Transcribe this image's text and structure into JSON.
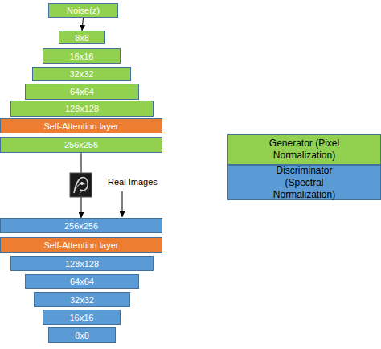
{
  "diagram": {
    "nodes": [
      {
        "text": [
          "Noise(z)"
        ]
      },
      {
        "text": [
          "8x8"
        ]
      },
      {
        "text": [
          "16x16"
        ]
      },
      {
        "text": [
          "32x32"
        ]
      },
      {
        "text": [
          "64x64"
        ]
      },
      {
        "text": [
          "128x128"
        ]
      },
      {
        "text": [
          "Self-Attention layer"
        ]
      },
      {
        "text": [
          "256x256"
        ]
      },
      {
        "text": [
          "256x256"
        ]
      },
      {
        "text": [
          "Self-Attention layer"
        ]
      },
      {
        "text": [
          "128x128"
        ]
      },
      {
        "text": [
          "64x64"
        ]
      },
      {
        "text": [
          "32x32"
        ]
      },
      {
        "text": [
          "16x16"
        ]
      },
      {
        "text": [
          "8x8"
        ]
      }
    ],
    "edges": [
      {
        "from": 0,
        "to": 1,
        "arrow": "to"
      },
      {
        "from": 7,
        "to": 8,
        "arrow": "to"
      }
    ],
    "labels": [
      "Real Images"
    ],
    "legend": [
      {
        "text": "Generator (Pixel Normalization)",
        "color": "#92d050"
      },
      {
        "text": "Discriminator (Spectral Normalization)",
        "color": "#5b9bd5"
      }
    ]
  }
}
